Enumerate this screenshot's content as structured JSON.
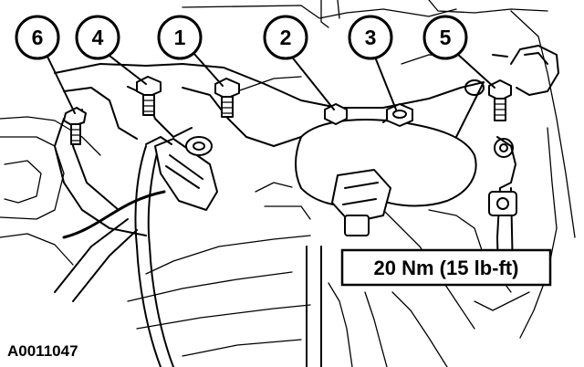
{
  "figure": {
    "id": "A0011047",
    "torque_spec": "20 Nm (15 lb-ft)"
  },
  "callouts": [
    {
      "label": "6"
    },
    {
      "label": "4"
    },
    {
      "label": "1"
    },
    {
      "label": "2"
    },
    {
      "label": "3"
    },
    {
      "label": "5"
    }
  ]
}
